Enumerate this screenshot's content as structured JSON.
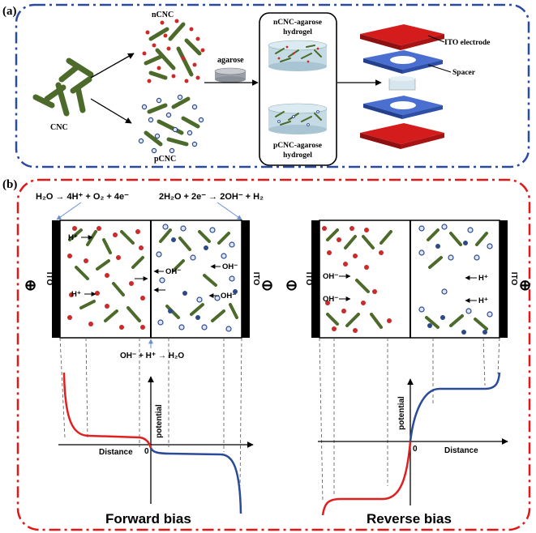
{
  "panel_a": {
    "label": "(a)",
    "cnc": "CNC",
    "ncnc": "nCNC",
    "pcnc": "pCNC",
    "agarose": "agarose",
    "n_hydrogel_l1": "nCNC-agarose",
    "n_hydrogel_l2": "hydrogel",
    "p_hydrogel_l1": "pCNC-agarose",
    "p_hydrogel_l2": "hydrogel",
    "ito_electrode": "ITO electrode",
    "spacer": "Spacer"
  },
  "panel_b": {
    "label": "(b)",
    "eq_left": "H₂O → 4H⁺ + O₂ + 4e⁻",
    "eq_right": "2H₂O + 2e⁻ → 2OH⁻ + H₂",
    "eq_junction": "OH⁻ + H⁺ → H₂O",
    "ito": "ITO",
    "plus": "⊕",
    "minus": "⊖",
    "h_plus": "H⁺",
    "oh_minus": "OH⁻",
    "distance": "Distance",
    "potential": "potential",
    "origin": "0",
    "forward_bias": "Forward bias",
    "reverse_bias": "Reverse bias"
  },
  "colors": {
    "panel_a_border": "#2a4aa0",
    "panel_b_border": "#e01818",
    "rod": "#4c6a2a",
    "red_ion": "#cc2a2a",
    "blue_ion": "#2c4a8a",
    "forward_curve_left": "#e02020",
    "forward_curve_right": "#2a4a9a"
  }
}
